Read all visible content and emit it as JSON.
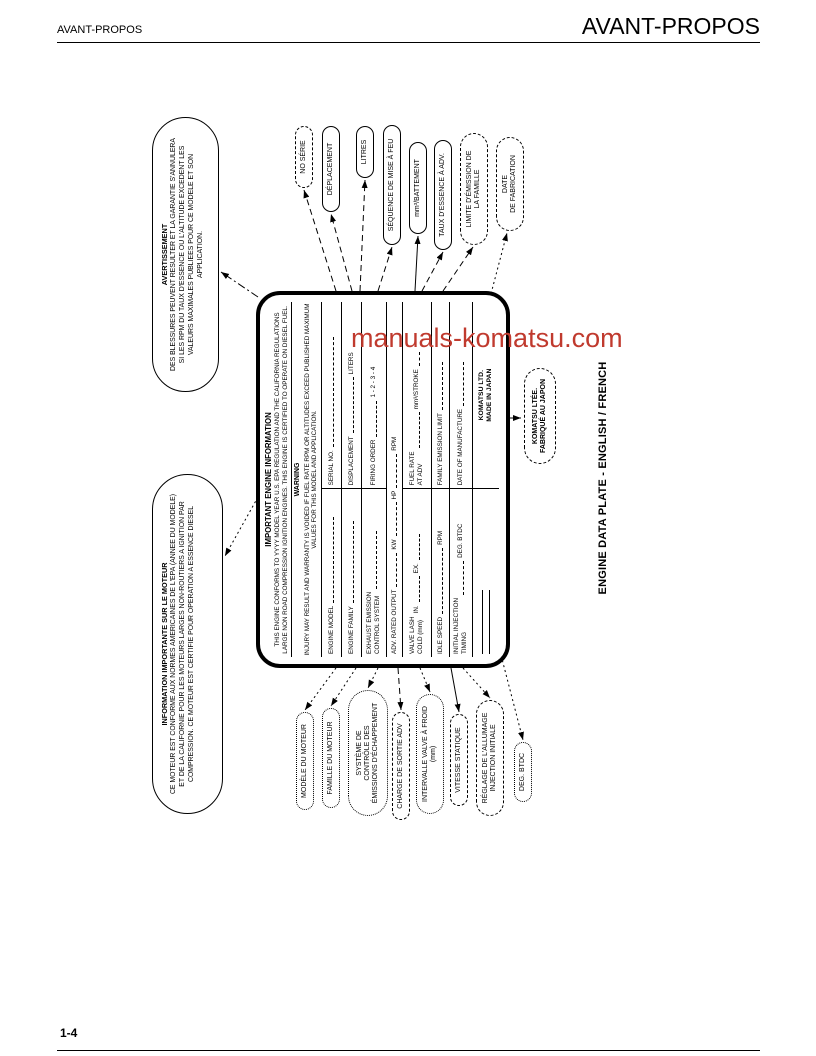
{
  "header": {
    "left_title": "AVANT-PROPOS",
    "right_title": "AVANT-PROPOS"
  },
  "footer": {
    "page_number": "1-4"
  },
  "watermark": {
    "text": "manuals-komatsu.com",
    "color": "#c03a2e"
  },
  "figure_caption": "ENGINE DATA PLATE - ENGLISH / FRENCH",
  "french_warning_oval": {
    "title": "AVERTISSEMENT",
    "body": "DES BLESSURES PEUVENT RESULTER ET LA GARANTIE S'ANNULERA SI LES RPM DU TAUX D'ESSENCE OU L'ALTITUDE EXCEDENT LES VALEURS MAXIMALES PUBLIEES POUR CE MODELE ET SON APPLICATION."
  },
  "french_info_oval": {
    "title": "INFORMATION IMPORTANTE SUR LE MOTEUR",
    "body": "CE MOTEUR EST CONFORME AUX NORMES AMERICAINES DE L'EPA (ANNEE DU MODELE) ET DE LA CALIFORNIE POUR LES MOTEURS LARGES NON-ROUTIERS A IGNITION PAR COMPRESSION. CE MOTEUR EST CERTIFIE POUR OPERATION A ESSENCE DIESEL"
  },
  "komatsu_oval": {
    "text": "KOMATSU LTÉE.\nFABRIQUÉ AU JAPON"
  },
  "plate": {
    "title": "IMPORTANT ENGINE INFORMATION",
    "conformity": "THIS ENGINE CONFORMS TO YYYY MODEL YEAR U.S. EPA REGULATION AND THE CALIFORNIA REGULATIONS LARGE NON ROAD COMPRESSION IGNITION ENGINES. THIS ENGINE IS CERTIFIED TO OPERATE ON DIESEL FUEL.",
    "warning_title": "WARNING",
    "warning_body": "INJURY MAY RESULT AND WARRANTY IS VOIDED IF FUEL RATE RPM OR ALTITUDES EXCEED PUBLISHED MAXIMUM VALUES FOR THIS MODEL AND APPLICATION.",
    "fields": {
      "engine_model": "ENGINE MODEL",
      "serial_no": "SERIAL NO.",
      "engine_family": "ENGINE FAMILY",
      "displacement": "DISPLACEMENT",
      "liters": "LITERS",
      "exhaust_emission": "EXHAUST EMISSION\nCONTROL SYSTEM",
      "firing_order": "FIRING ORDER",
      "firing_order_value": "1 - 2 - 3 - 4",
      "adv_output": "ADV. RATED OUTPUT",
      "kw": "KW",
      "hp": "HP",
      "rpm4": "RPM",
      "valve_lash": "VALVE LASH\nCOLD (mm)",
      "in_label": "IN.",
      "ex_label": "EX.",
      "fuel_rate": "FUEL RATE\nAT ADV",
      "mm3_stroke": "mm³/STROKE",
      "idle_speed": "IDLE SPEED",
      "rpm": "RPM",
      "family_emission_limit": "FAMILY EMISSION LIMIT",
      "initial_injection": "INITIAL INJECTION\nTIMING",
      "deg_btdc": "DEG. BTDC",
      "date_of_manufacture": "DATE OF MANUFACTURE"
    },
    "maker": "KOMATSU LTD.\nMADE IN JAPAN"
  },
  "callouts_right": [
    {
      "label": "NO SÉRIE"
    },
    {
      "label": "DÉPLACEMENT"
    },
    {
      "label": "LITRES"
    },
    {
      "label": "SÉQUENCE DE MISE À FEU"
    },
    {
      "label": "mm³/BATTEMENT"
    },
    {
      "label": "TAUX D'ESSENCE À ADV."
    },
    {
      "label": "LIMITE D'ÉMISSION DE\nLA FAMILLE"
    },
    {
      "label": "DATE\nDE FABRICATION"
    }
  ],
  "callouts_left": [
    {
      "label": "MODÈLE DU MOTEUR"
    },
    {
      "label": "FAMILLE DU MOTEUR"
    },
    {
      "label": "SYSTÈME DE\nCONTRÔLE DES\nÉMISSIONS D'ÉCHAPPEMENT"
    },
    {
      "label": "CHARGE DE SORTIE ADV"
    },
    {
      "label": "INTERVALLE VALVE À FROID\n(mm)"
    },
    {
      "label": "VITESSE STATIQUE"
    },
    {
      "label": "RÉGLAGE DE L'ALLUMAGE\nINJECTION INITIALE"
    },
    {
      "label": "DEG. BTDC"
    }
  ]
}
